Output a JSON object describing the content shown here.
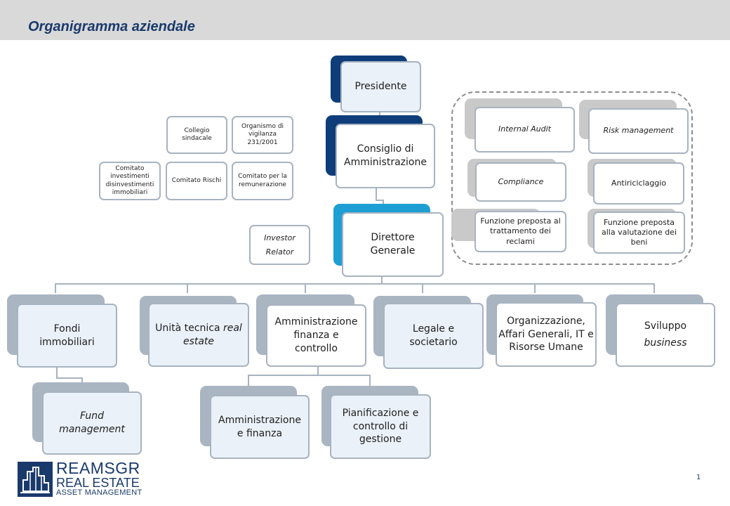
{
  "page_title": "Organigramma aziendale",
  "page_number": "1",
  "logo": {
    "line1": "REAMSGR",
    "line2": "REAL ESTATE",
    "line3": "ASSET MANAGEMENT"
  },
  "governance": {
    "presidente": "Presidente",
    "consiglio": "Consiglio di Amministrazione",
    "direttore": "Direttore Generale"
  },
  "committees": {
    "collegio": "Collegio sindacale",
    "organismo": "Organismo di vigilanza 231/2001",
    "comitato_investimenti": "Comitato investimenti disinvestimenti immobiliari",
    "comitato_rischi": "Comitato Rischi",
    "comitato_remunerazione": "Comitato per la remunerazione",
    "investor_relator": "Investor Relator"
  },
  "control_functions": {
    "internal_audit": "Internal Audit",
    "risk_management": "Risk management",
    "compliance": "Compliance",
    "antiriciclaggio": "Antiriciclaggio",
    "reclami": "Funzione preposta al trattamento dei reclami",
    "valutazione": "Funzione preposta alla valutazione dei beni"
  },
  "departments": {
    "fondi": "Fondi immobiliari",
    "unita_tecnica": "Unità tecnica",
    "unita_tecnica_em": "real estate",
    "afc": "Amministrazione finanza e controllo",
    "legale": "Legale e societario",
    "organizzazione": "Organizzazione, Affari Generali, IT e Risorse Umane",
    "sviluppo": "Sviluppo",
    "sviluppo_em": "business"
  },
  "sub_units": {
    "fund_management": "Fund management",
    "amministrazione_finanza": "Amministrazione e finanza",
    "pianificazione": "Pianificazione e controllo di gestione"
  }
}
